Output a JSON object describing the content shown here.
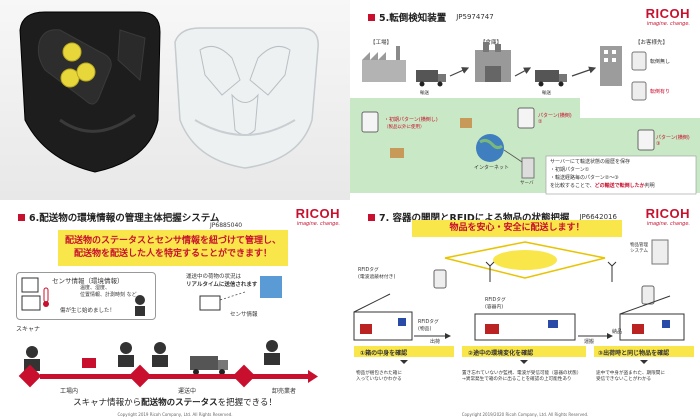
{
  "colors": {
    "accent": "#c8102e",
    "highlight_yellow": "#f9e64a",
    "green_band": "#c9e8c5"
  },
  "brand": {
    "logo": "RICOH",
    "tagline": "imagine. change."
  },
  "q2": {
    "title": "5.転倒検知装置",
    "patent": "JP5974747",
    "columns": [
      "【工場】",
      "【倉庫】",
      "【お客様先】"
    ],
    "labels": {
      "transport": "輸送",
      "no_fall": "転倒無し",
      "fall": "転倒有り",
      "pattern1": "・初期パターン(横倒し)",
      "pattern1b": "（製品以外に使用）",
      "pattern2": "パターン(横倒)\n②",
      "pattern3": "パターン(横倒)\n③",
      "internet": "インターネット",
      "server": "サーバ",
      "server_note1": "サーバーにて輸送状態の履歴を保存",
      "server_note2": "・初期パターン①",
      "server_note3": "・輸送経路毎のパターン②～③",
      "server_note4": "を比較することで、",
      "server_note5": "どの輸送で転倒したか",
      "server_note6": "判明"
    }
  },
  "q3": {
    "title": "6.配送物の環境情報の管理主体把握システム",
    "patent": "JP6885040",
    "banner_line1": "配送物のステータスとセンサ情報を紐づけて管理し、",
    "banner_line2": "配送物を配送した人を特定することができます！",
    "sensor_label": "センサ情報（環境情報）",
    "sensor_detail": "温度、湿度、\n位置情報、計測時刻 など",
    "damage_note": "傷が生じ始めました！",
    "realtime_line1": "運送中の荷物の状況は",
    "realtime_line2": "リアルタイムに送信されます",
    "sensor_info": "センサ情報",
    "scanner": "スキャナ",
    "stages": [
      "工場内",
      "運送中",
      "卸売業者"
    ],
    "bottom_text_a": "スキャナ情報から",
    "bottom_text_b": "配送物のステータス",
    "bottom_text_c": "を把握できる！",
    "footer": "Copyright 2019 Ricoh Company, Ltd. All Rights Reserved."
  },
  "q4": {
    "title": "7. 容器の開閉とRFIDによる物品の状態把握",
    "patent": "JP6642016",
    "banner": "物品を安心・安全に配送します！",
    "server_label": "物品管理\nシステム",
    "tag_label1": "RFIDタグ\n(電波遮蔽材付き)",
    "tag_label2": "RFIDタグ\n(容器内)",
    "tag_label3": "RFIDタグ\n(物品)",
    "steps": [
      "出荷",
      "運搬",
      "納品"
    ],
    "boxes": [
      "①箱の中身を確認",
      "②途中の環境変化を確認",
      "③出荷時と同じ物品を確認"
    ],
    "notes": [
      "物品が梱包された箱に\n入っていないかわかる",
      "置き忘れていないか監視、電波が受信可能（容器の状態）\n→異常発生で箱の外に出ることを確認の上可能性あり",
      "途中で中身が盗まれた、期限間に\n受信できないことがわかる"
    ],
    "footer": "Copyright 2019/2020 Ricoh Company, Ltd. All Rights Reserved."
  }
}
